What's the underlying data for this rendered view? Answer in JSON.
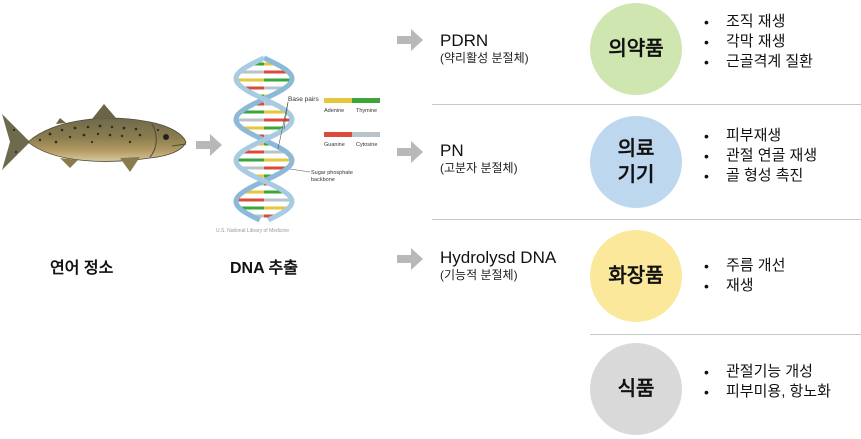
{
  "steps": {
    "fish_label": "연어 정소",
    "dna_label": "DNA 추출"
  },
  "dna_figure": {
    "base_pairs": "Base pairs",
    "adenine": "Adenine",
    "thymine": "Thymine",
    "guanine": "Guanine",
    "cytosine": "Cytosine",
    "backbone_line1": "Sugar phosphate",
    "backbone_line2": "backbone",
    "credit": "U.S. National Library of Medicine",
    "colors": {
      "adenine": "#e6c63a",
      "thymine": "#3aa53a",
      "guanine": "#d94b3b",
      "cytosine": "#b9c4c8"
    }
  },
  "products": [
    {
      "title": "PDRN",
      "subtitle": "(약리활성 분절체)"
    },
    {
      "title": "PN",
      "subtitle": "(고분자 분절체)"
    },
    {
      "title": "Hydrolysd DNA",
      "subtitle": "(기능적 분절체)"
    }
  ],
  "categories": [
    {
      "line1": "의약품",
      "line2": "",
      "color": "#cfe6b0",
      "bullets": [
        "조직 재생",
        "각막 재생",
        "근골격계 질환"
      ]
    },
    {
      "line1": "의료",
      "line2": "기기",
      "color": "#bdd7ee",
      "bullets": [
        "피부재생",
        "관절 연골 재생",
        "골 형성 촉진"
      ]
    },
    {
      "line1": "화장품",
      "line2": "",
      "color": "#fbe89a",
      "bullets": [
        "주름 개선",
        "재생"
      ]
    },
    {
      "line1": "식품",
      "line2": "",
      "color": "#d9d9d9",
      "bullets": [
        "관절기능 개성",
        "피부미용, 항노화"
      ]
    }
  ]
}
